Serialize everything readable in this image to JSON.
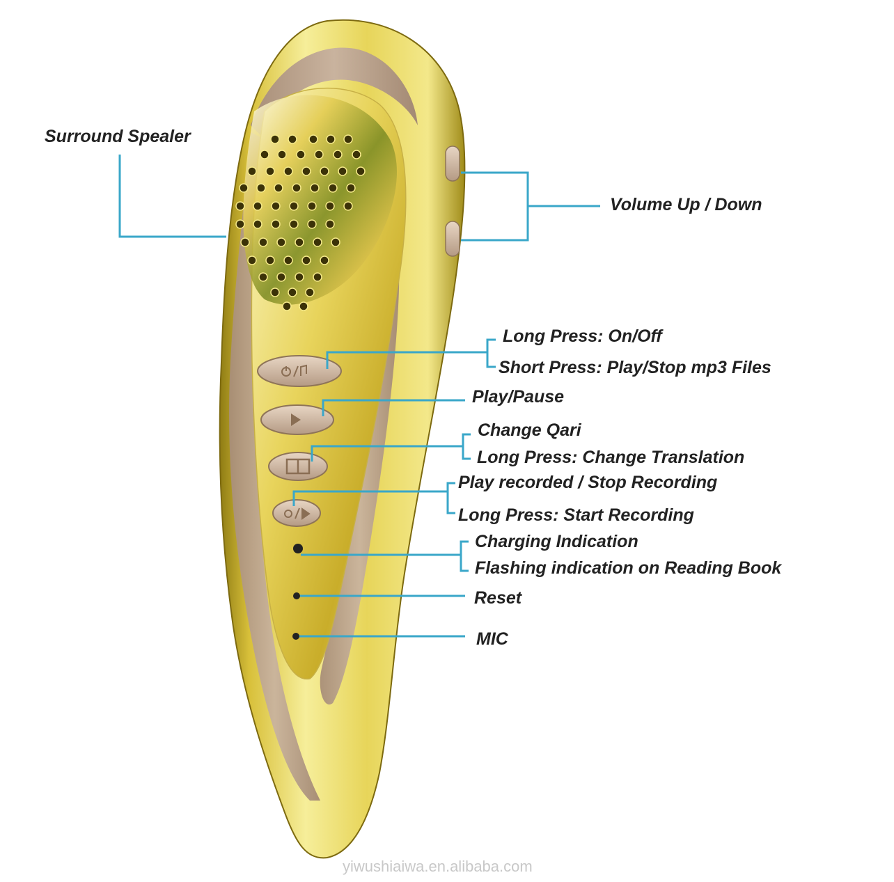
{
  "colors": {
    "leader_line": "#3aa7c9",
    "gold_light": "#f6ee9a",
    "gold_mid": "#d8c03a",
    "gold_dark": "#8f7c14",
    "panel_taupe": "#b9a08a",
    "text": "#222222"
  },
  "labels": {
    "surround_speaker": "Surround Spealer",
    "volume": "Volume Up / Down",
    "power_long": "Long Press: On/Off",
    "power_short": "Short Press: Play/Stop mp3 Files",
    "play_pause": "Play/Pause",
    "change_qari": "Change Qari",
    "change_translation": "Long Press: Change Translation",
    "play_recorded": "Play recorded / Stop Recording",
    "start_recording": "Long Press: Start Recording",
    "charging": "Charging Indication",
    "flashing": "Flashing indication on Reading Book",
    "reset": "Reset",
    "mic": "MIC"
  },
  "buttons": [
    {
      "name": "power-music-button",
      "icon": "power-music-icon"
    },
    {
      "name": "play-button",
      "icon": "play-icon"
    },
    {
      "name": "book-button",
      "icon": "book-icon"
    },
    {
      "name": "record-play-button",
      "icon": "record-play-icon"
    }
  ],
  "watermark": "yiwushiaiwa.en.alibaba.com"
}
